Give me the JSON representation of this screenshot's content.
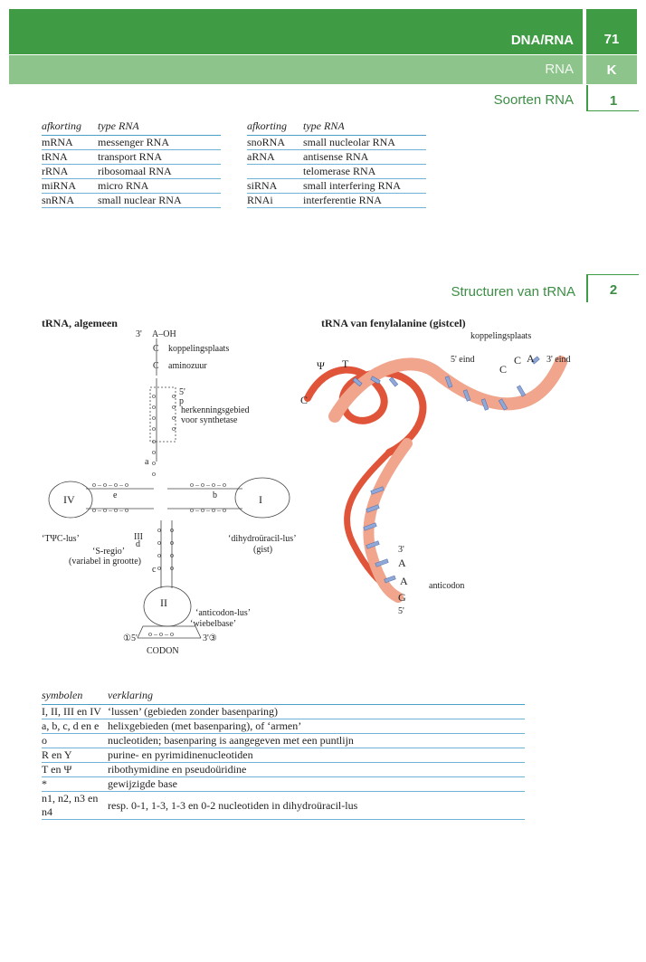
{
  "header": {
    "chapter": "DNA/RNA",
    "page_number": "71",
    "section": "RNA",
    "section_letter": "K",
    "subsection_1": "Soorten RNA",
    "subsection_1_num": "1",
    "subsection_2": "Structuren van tRNA",
    "subsection_2_num": "2"
  },
  "colors": {
    "green_dark": "#3f9c45",
    "green_light": "#8cc48b",
    "rule_blue": "#4a9fc8",
    "helix_red": "#e0553a",
    "base_blue": "#8fa8d8"
  },
  "rna_table_left": {
    "headers": [
      "afkorting",
      "type RNA"
    ],
    "rows": [
      [
        "mRNA",
        "messenger RNA"
      ],
      [
        "tRNA",
        "transport RNA"
      ],
      [
        "rRNA",
        "ribosomaal RNA"
      ],
      [
        "miRNA",
        "micro RNA"
      ],
      [
        "snRNA",
        "small nuclear RNA"
      ]
    ]
  },
  "rna_table_right": {
    "headers": [
      "afkorting",
      "type RNA"
    ],
    "rows": [
      [
        "snoRNA",
        "small nucleolar RNA"
      ],
      [
        "aRNA",
        "antisense RNA"
      ],
      [
        "",
        "telomerase RNA"
      ],
      [
        "siRNA",
        "small interfering RNA"
      ],
      [
        "RNAi",
        "interferentie RNA"
      ]
    ]
  },
  "figure_left": {
    "title": "tRNA, algemeen",
    "labels": {
      "three_prime": "3'",
      "end": "A–OH",
      "c1": "C",
      "c2": "C",
      "koppelingsplaats": "koppelingsplaats",
      "aminozuur": "aminozuur",
      "five_prime": "5'",
      "p": "p",
      "herkenning_1": "herkenningsgebied",
      "herkenning_2": "voor synthetase",
      "arm_a": "a",
      "arm_b": "b",
      "arm_c": "c",
      "arm_d": "d",
      "arm_e": "e",
      "loop_I": "I",
      "loop_II": "II",
      "loop_III": "III",
      "loop_IV": "IV",
      "tpsic": "‘TΨC-lus’",
      "sregio": "‘S-regio’",
      "variabel": "(variabel in grootte)",
      "dihydro": "‘dihydroüracil-lus’",
      "gist": "(gist)",
      "anticodon_lus": "‘anticodon-lus’",
      "wiebelbase": "‘wiebelbase’",
      "codon": "CODON",
      "codon_5": "①5'",
      "codon_3": "3'③"
    }
  },
  "figure_right": {
    "title": "tRNA van fenylalanine (gistcel)",
    "labels": {
      "koppelingsplaats": "koppelingsplaats",
      "psi": "Ψ",
      "t": "T",
      "c_left": "C",
      "five_end": "5' eind",
      "three_end": "3' eind",
      "c_a": "C",
      "c_b": "C",
      "a_top": "A",
      "ac_3": "3'",
      "ac_a1": "A",
      "ac_a2": "A",
      "ac_g": "G",
      "ac_5": "5'",
      "anticodon": "anticodon"
    }
  },
  "symbols_table": {
    "headers": [
      "symbolen",
      "verklaring"
    ],
    "rows": [
      [
        "I, II, III en IV",
        "‘lussen’ (gebieden zonder basenparing)"
      ],
      [
        "a, b, c, d en e",
        "helixgebieden (met basenparing), of ‘armen’"
      ],
      [
        "o",
        "nucleotiden; basenparing is aangegeven met een puntlijn"
      ],
      [
        "R en Y",
        "purine- en pyrimidinenucleotiden"
      ],
      [
        "T en Ψ",
        "ribothymidine en pseudoüridine"
      ],
      [
        "*",
        "gewijzigde base"
      ],
      [
        "n1, n2, n3 en n4",
        "resp. 0-1, 1-3, 1-3 en 0-2 nucleotiden in dihydroüracil-lus"
      ]
    ]
  }
}
